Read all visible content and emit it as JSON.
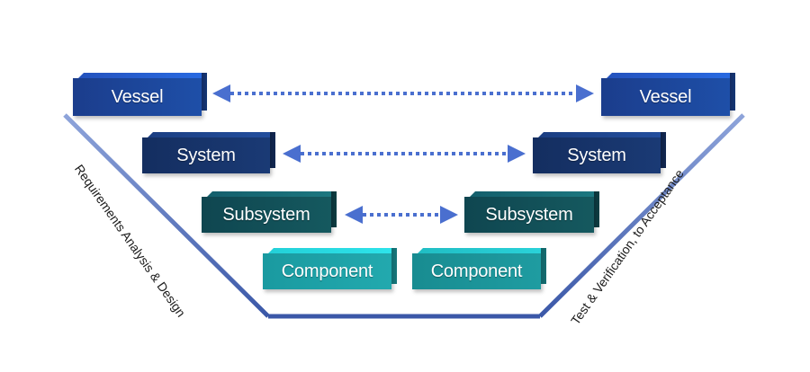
{
  "levels": [
    {
      "left": "Vessel",
      "right": "Vessel"
    },
    {
      "left": "System",
      "right": "System"
    },
    {
      "left": "Subsystem",
      "right": "Subsystem"
    },
    {
      "left": "Component",
      "right": "Component"
    }
  ],
  "left_label": "Requirements Analysis & Design",
  "right_label": "Test & Verification, to Acceptance",
  "colors": {
    "vessel": "#1e4fa8",
    "system": "#1a3a75",
    "subsystem": "#15595f",
    "component": "#22a9ae",
    "v_line": "#5b78c4",
    "arrow": "#4a6fcf"
  }
}
